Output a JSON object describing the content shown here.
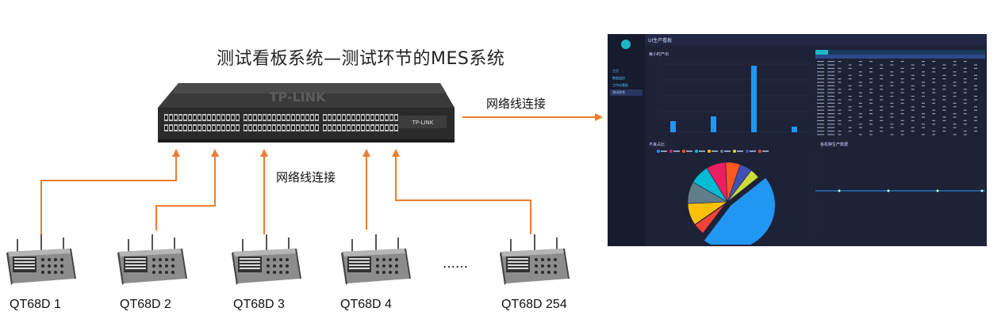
{
  "title": "测试看板系统—测试环节的MES系统",
  "connection_label_top": "网络线连接",
  "connection_label_middle": "网络线连接",
  "switch": {
    "brand": "TP-LINK"
  },
  "devices": [
    {
      "label": "QT68D 1"
    },
    {
      "label": "QT68D 2"
    },
    {
      "label": "QT68D 3"
    },
    {
      "label": "QT68D 4"
    },
    {
      "label": "QT68D 254"
    }
  ],
  "ellipsis": "……",
  "dashboard": {
    "title": "UI生产看板",
    "nav_items": [
      "主页",
      "数据监控",
      "工作站看板",
      "测试综合"
    ],
    "panel_titles": [
      "每小时产出",
      "不良占比",
      "各机种生产数据"
    ]
  },
  "colors": {
    "arrow": "#ED7D31",
    "dashboard_bg": "#1E2237",
    "bar": "#2196F3"
  }
}
